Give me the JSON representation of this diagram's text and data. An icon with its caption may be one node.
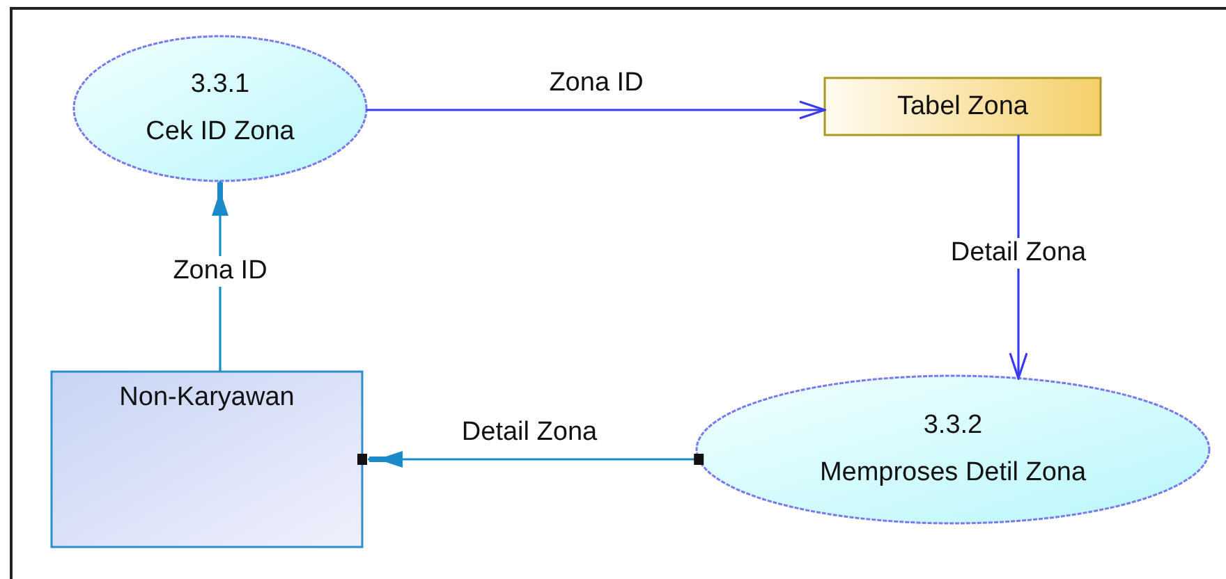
{
  "diagram": {
    "nodes": [
      {
        "text": [
          "3.3.1",
          "Cek ID Zona"
        ]
      },
      {
        "text": [
          "Tabel Zona"
        ]
      },
      {
        "text": [
          "3.3.2",
          "Memproses Detil Zona"
        ]
      },
      {
        "text": [
          "Non-Karyawan"
        ]
      }
    ],
    "edges": [
      {
        "from": 0,
        "to": 1,
        "arrow": "to",
        "label": "Zona ID"
      },
      {
        "from": 1,
        "to": 2,
        "arrow": "to",
        "label": "Detail Zona"
      },
      {
        "from": 3,
        "to": 0,
        "arrow": "to",
        "label": "Zona ID",
        "color": "#1a8ac8"
      },
      {
        "from": 2,
        "to": 3,
        "arrow": "to",
        "label": "Detail Zona",
        "color": "#1a8ac8"
      }
    ]
  }
}
